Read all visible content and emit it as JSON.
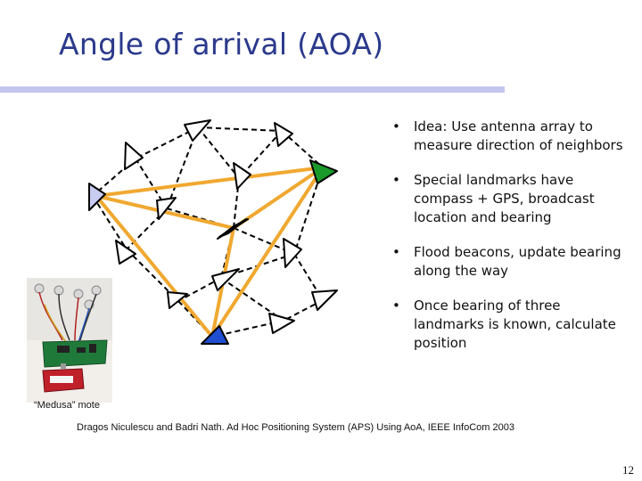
{
  "slide": {
    "title": "Angle of arrival (AOA)",
    "bullets": [
      "Idea: Use antenna array to measure direction of neighbors",
      "Special landmarks have compass + GPS, broadcast location and bearing",
      "Flood beacons, update bearing along the way",
      "Once bearing of three landmarks is known, calculate position"
    ],
    "bullet_symbol": "•",
    "photo_caption": "“Medusa” mote",
    "citation": "Dragos Niculescu and Badri Nath. Ad Hoc Positioning System (APS) Using AoA, IEEE InfoCom 2003",
    "page_number": "12"
  },
  "colors": {
    "title": "#2b3a8c",
    "title_bar": "#c4c6ee",
    "orange_links": "#f0a830",
    "landmark_green": "#1a9a2a",
    "landmark_blue": "#1f4fd0",
    "landmark_lavender": "#c8ccf0",
    "unknown_node": "#ffffff"
  }
}
